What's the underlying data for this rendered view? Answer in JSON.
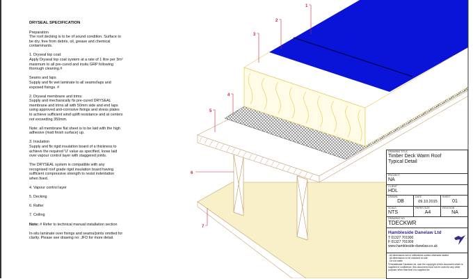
{
  "spec": {
    "title": "DRYSEAL SPECIFICATION",
    "paragraphs": [
      "Preparation",
      "The roof decking is to be of sound condition. Surface to be dry, free from debris, oil, grease and chemical contaminants.",
      "1. Dryseal top coat:",
      "Apply Dryseal top coat system at a rate of 1 litre per 3m² maximum to all pre-cured and insitu GRP following  thorough cleaning.#",
      "Seams and laps",
      "Supply and fix wet laminate to all seams/laps and exposed fixings. #",
      "2. Dryseal membrane and trims:",
      "Supply and mechanically fix pre-cured DRYSEAL membrane and trims all with 50mm side and end laps using approved anti-corrosive fixings and stress plates to achieve sufficient wind uplift resistance and at centers not exceeding 350mm.",
      "Note: all membrane flat sheet is to be laid with the high adhesive (matt finish surface) up.",
      "3. Insulation",
      "Supply and fix rigid insulation board of a thickness to achieve the required 'U' value as specified, loose laid over vapour control layer with staggered joints.",
      "The DRYSEAL system is compatible with any recognised roof grade rigid insulation board having sufficient compressive strength to resist indentation when fixed.",
      "4. Vapour control layer",
      "5. Decking",
      "6. Rafter",
      "7. Ceiling",
      "Note:",
      "# Refer to technical manual installation section",
      "In-situ laminate over fixings and seams/joints omitted for clarity. Please see drawing no: JFD for more detail."
    ]
  },
  "callouts": [
    "1",
    "2",
    "3",
    "4",
    "5",
    "6",
    "7"
  ],
  "colors": {
    "membrane": "#0a14d8",
    "callout": "#d0203a",
    "insulation": "#e8c84a",
    "timber": "#c8a070",
    "ceiling": "#f7f0c8",
    "brand": "#3a2a86"
  },
  "titleblock": {
    "drawing_title_label": "DRAWING TITLE",
    "drawing_title_1": "Timber Deck Warm Roof",
    "drawing_title_2": "Typical Detail",
    "project_label": "PROJECT",
    "project": "NA",
    "client_label": "CLIENT",
    "client": "HDL",
    "drawn_label": "DRAWN",
    "drawn": "DB",
    "date_label": "DATE",
    "date": "09.10.2015",
    "sheet_label": "SHEET",
    "sheet": "01",
    "scale_label": "SCALE",
    "scale": "NTS",
    "paper_label": "PAPER SIZE",
    "paper": "A4",
    "revision_label": "REVISION",
    "revision": "NA",
    "drawing_no_label": "DRAWING NO",
    "drawing_no": "TDECKWR",
    "company": "Hambleside Danelaw Ltd",
    "phone": "T  01327 701900",
    "fax": "F  01327 701909",
    "web": "www.hambleside-danelaw.co.uk",
    "notes": [
      "- All dimensions are in millimetres unless otherwise stated",
      "- All dimensions to be checked on site",
      "- Do not scale",
      "©Hambleside Danelaw Ltd, own the copyright of this document which is supplied in confidence, this document must not be used for any other purpose other than that it is supplied for."
    ]
  }
}
